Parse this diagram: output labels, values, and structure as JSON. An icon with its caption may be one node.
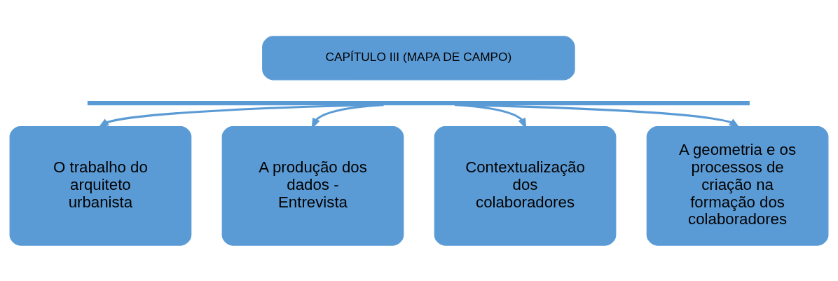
{
  "diagram": {
    "nodes": [
      {
        "text": [
          "CAPÍTULO III (MAPA DE CAMPO)"
        ]
      },
      {
        "text": [],
        "shape": "bar"
      },
      {
        "text": [
          "O trabalho do arquiteto urbanista"
        ]
      },
      {
        "text": [
          "A produção dos dados - Entrevista"
        ]
      },
      {
        "text": [
          "Contextualização dos colaboradores"
        ]
      },
      {
        "text": [
          "A geometria e os processos de criação na formação dos colaboradores"
        ]
      }
    ],
    "edges": [
      {
        "from": 1,
        "to": 2,
        "arrow": "to"
      },
      {
        "from": 1,
        "to": 3,
        "arrow": "to"
      },
      {
        "from": 1,
        "to": 4,
        "arrow": "to"
      },
      {
        "from": 1,
        "to": 5,
        "arrow": "to"
      }
    ]
  }
}
